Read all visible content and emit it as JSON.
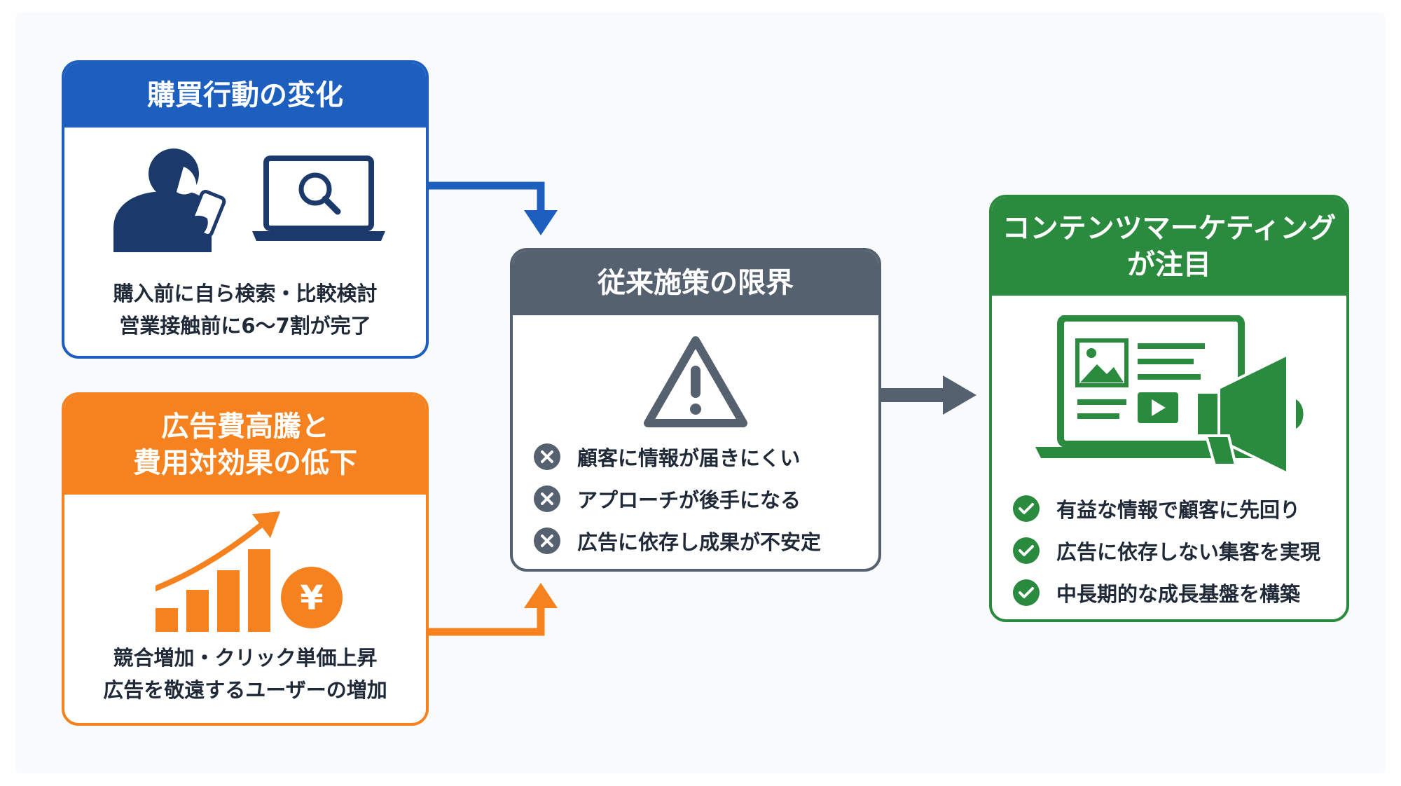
{
  "colors": {
    "blue": "#1d5fbf",
    "orange": "#f5821f",
    "gray": "#566170",
    "green": "#2a8a3e",
    "navy_icon": "#1b3a6b",
    "text": "#1f2937"
  },
  "buying_behavior": {
    "title": "購買行動の変化",
    "icons": [
      "person-with-smartphone-icon",
      "laptop-search-icon"
    ],
    "lines": [
      "購入前に自ら検索・比較検討",
      "営業接触前に6〜7割が完了"
    ]
  },
  "ad_cost": {
    "title_lines": [
      "広告費高騰と",
      "費用対効果の低下"
    ],
    "icons": [
      "rising-bar-chart-icon",
      "yen-coin-icon"
    ],
    "lines": [
      "競合増加・クリック単価上昇",
      "広告を敬遠するユーザーの増加"
    ]
  },
  "limits": {
    "title": "従来施策の限界",
    "icon": "warning-icon",
    "items": [
      "顧客に情報が届きにくい",
      "アプローチが後手になる",
      "広告に依存し成果が不安定"
    ]
  },
  "content_marketing": {
    "title_lines": [
      "コンテンツマーケティング",
      "が注目"
    ],
    "icon": "laptop-megaphone-icon",
    "items": [
      "有益な情報で顧客に先回り",
      "広告に依存しない集客を実現",
      "中長期的な成長基盤を構築"
    ]
  }
}
